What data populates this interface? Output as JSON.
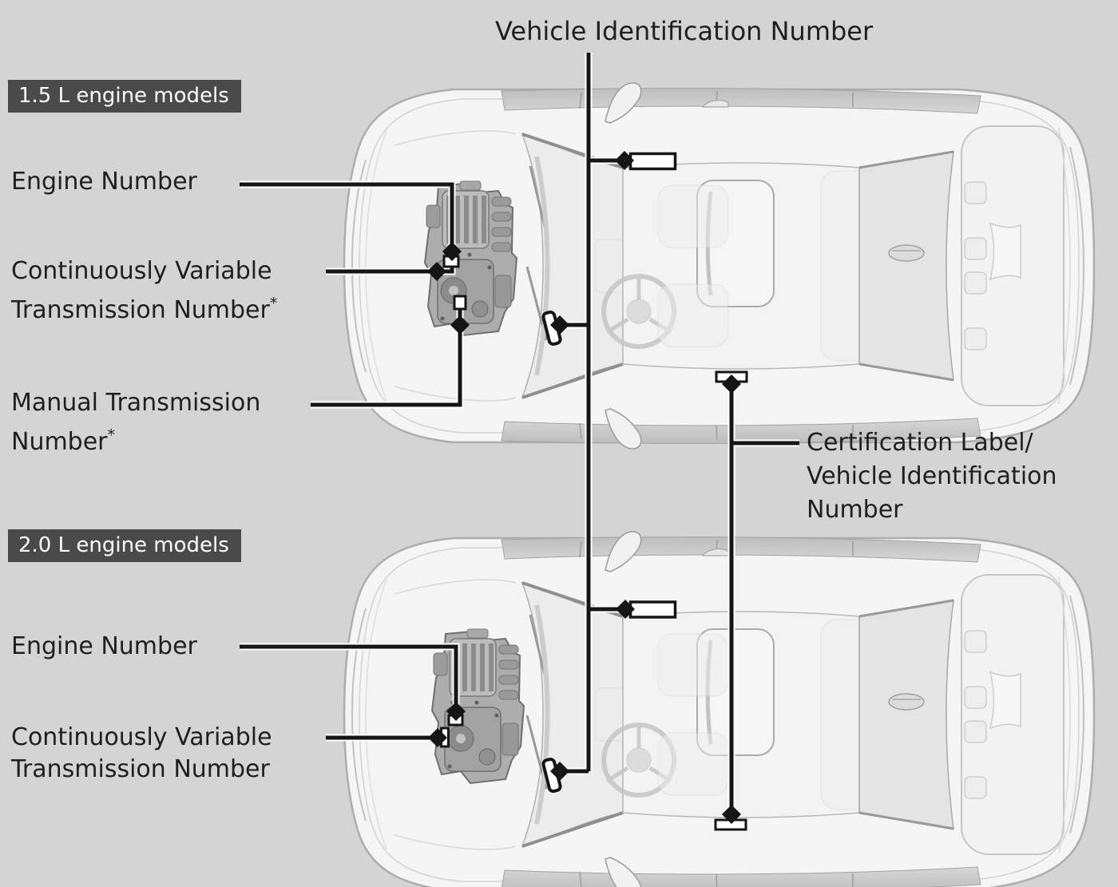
{
  "colors": {
    "background": "#d4d4d4",
    "badge_bg": "#4a4a4a",
    "badge_text": "#ffffff",
    "text": "#1f1f1f",
    "leader": "#151515",
    "marker_fill": "#ffffff",
    "car_body": "#f5f5f5",
    "car_outline": "#adadad"
  },
  "title": "Vehicle Identification Number",
  "section_15": {
    "badge": "1.5 L engine models",
    "engine_number": "Engine Number",
    "cvt_line1": "Continuously Variable",
    "cvt_line2": "Transmission Number",
    "cvt_sup": "*",
    "mt_line1": "Manual Transmission",
    "mt_line2": "Number",
    "mt_sup": "*"
  },
  "section_20": {
    "badge": "2.0 L engine models",
    "engine_number": "Engine Number",
    "cvt_line1": "Continuously Variable",
    "cvt_line2": "Transmission Number"
  },
  "certification": {
    "line1": "Certification Label/",
    "line2": "Vehicle Identification",
    "line3": "Number"
  }
}
